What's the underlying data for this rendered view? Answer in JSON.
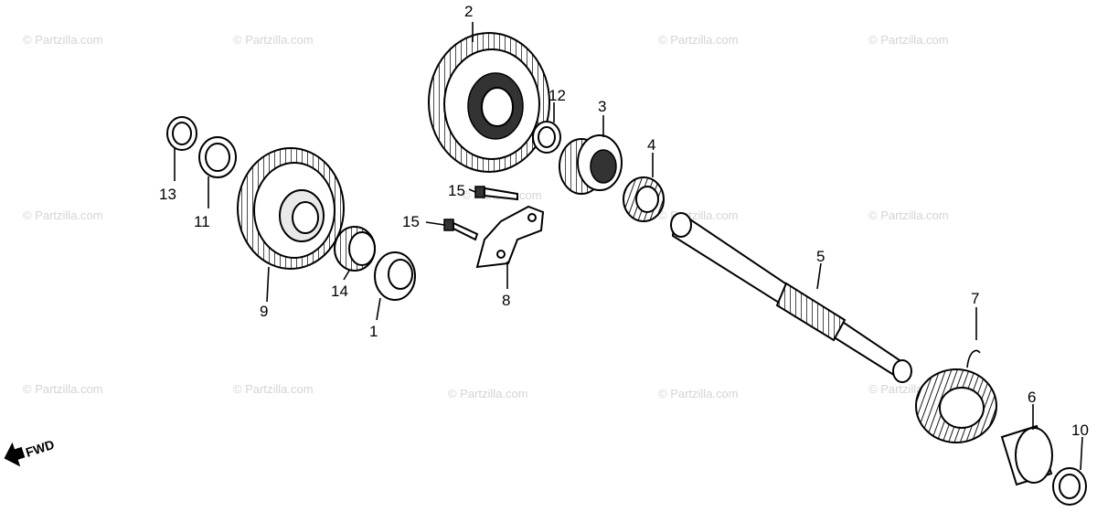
{
  "diagram": {
    "watermark": "© Partzilla.com",
    "fwd_label": "FWD",
    "callouts": {
      "c1": "1",
      "c2": "2",
      "c3": "3",
      "c4": "4",
      "c5": "5",
      "c6": "6",
      "c7": "7",
      "c8": "8",
      "c9": "9",
      "c10": "10",
      "c11": "11",
      "c12": "12",
      "c13": "13",
      "c14": "14",
      "c15a": "15",
      "c15b": "15"
    }
  }
}
